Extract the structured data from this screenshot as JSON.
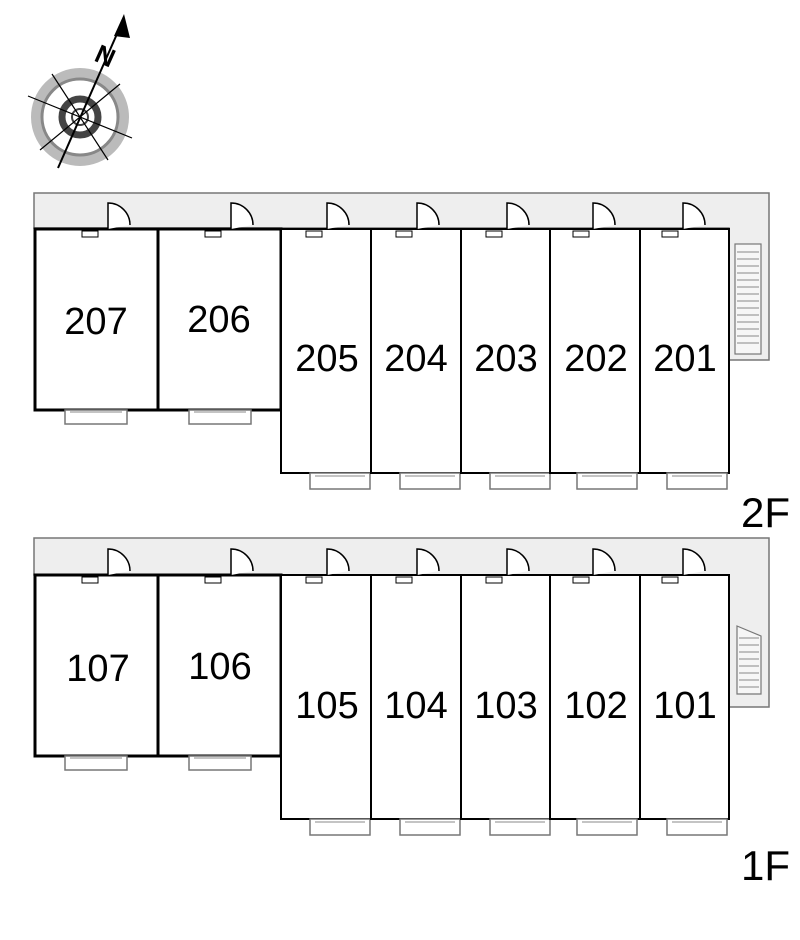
{
  "compass": {
    "north_label": "N",
    "icon": "compass-rose-icon"
  },
  "floors": [
    {
      "id": "2F",
      "label": "2F",
      "rooms": [
        "207",
        "206",
        "205",
        "204",
        "203",
        "202",
        "201"
      ]
    },
    {
      "id": "1F",
      "label": "1F",
      "rooms": [
        "107",
        "106",
        "105",
        "104",
        "103",
        "102",
        "101"
      ]
    }
  ],
  "colors": {
    "corridor": "#eeeeee",
    "wall": "#000000",
    "outline": "#777777"
  }
}
